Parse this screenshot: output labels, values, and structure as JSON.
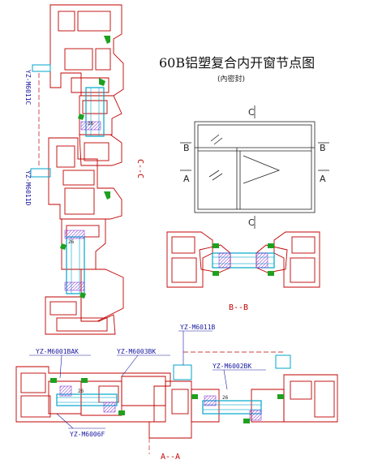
{
  "title": "60B铝塑复合内开窗节点图",
  "subtitle": "(內密封)",
  "elevation": {
    "marks": [
      "C",
      "C",
      "B",
      "B",
      "A",
      "A"
    ]
  },
  "sections": {
    "cc_label": "C--C",
    "bb_label": "B--B",
    "aa_label": "A--A"
  },
  "parts": {
    "v_top": "YZ-M6011C",
    "v_bottom": "YZ-M6011D",
    "h_1": "YZ-M6001BAK",
    "h_2": "YZ-M6003BK",
    "h_3": "YZ-M6011B",
    "h_4": "YZ-M6002BK",
    "h_5": "YZ-M6006F"
  },
  "glass_codes": [
    "26",
    "26",
    "26",
    "26"
  ],
  "colors": {
    "profile": "#c00000",
    "gasket": "#1fa01f",
    "glass": "#00a6c8",
    "mesh": "#8a3fd6",
    "label": "#1a1aa0"
  }
}
